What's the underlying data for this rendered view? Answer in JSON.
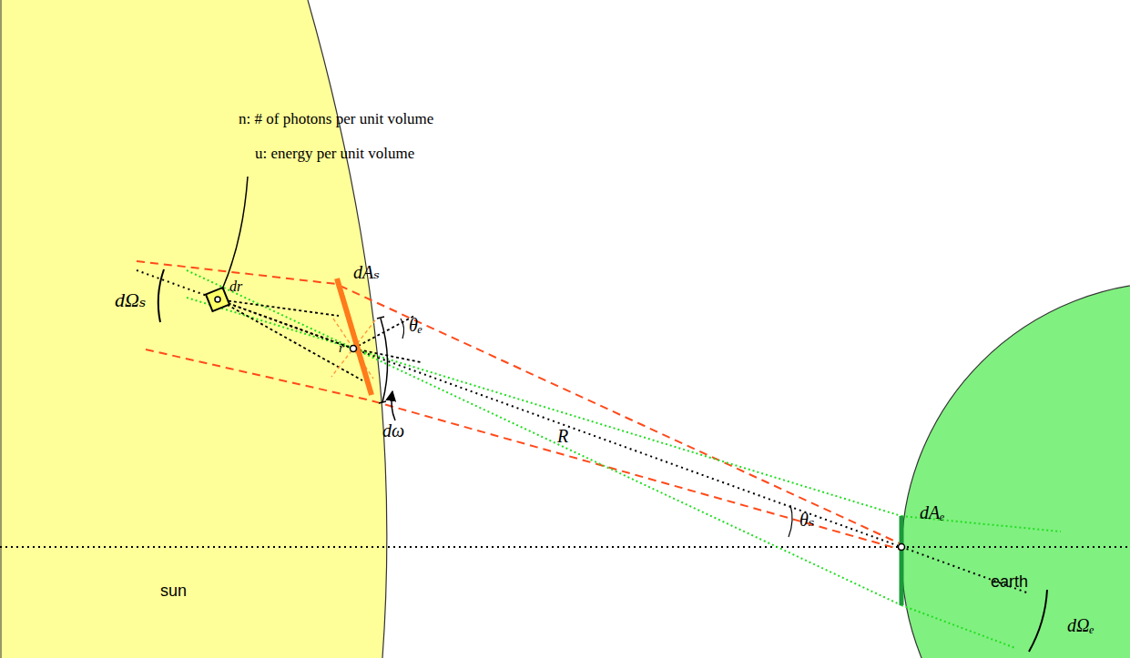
{
  "diagram": {
    "labels": [
      "n: # of photons per unit volume",
      "u: energy per unit volume",
      "dΩₛ",
      "dr",
      "dAₛ",
      "r",
      "θₑ",
      "dω",
      "R",
      "θₛ",
      "dAₑ",
      "dΩₑ",
      "sun",
      "earth"
    ]
  }
}
